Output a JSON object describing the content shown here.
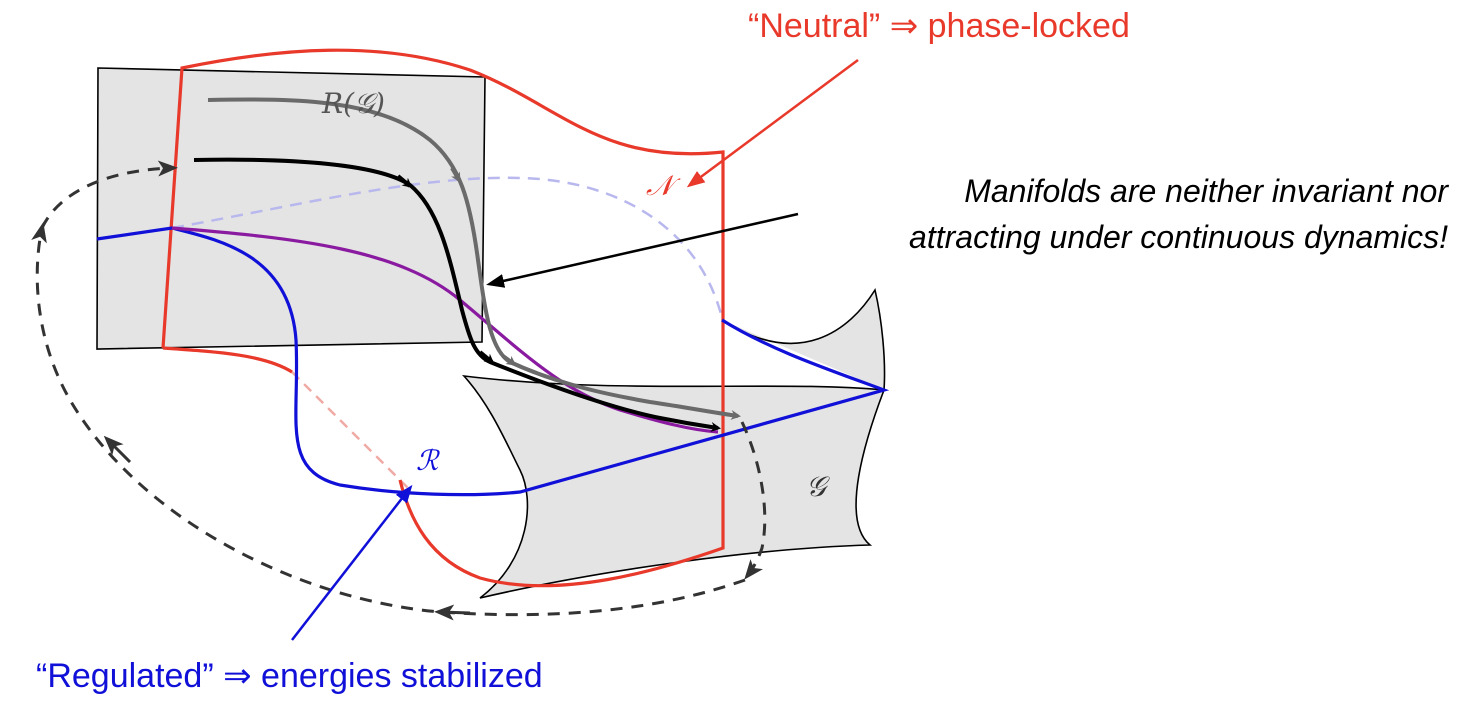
{
  "labels": {
    "neutral_callout": "“Neutral” ⇒ phase-locked",
    "regulated_callout": "“Regulated” ⇒ energies stabilized",
    "remark_line1": "Manifolds are neither invariant nor",
    "remark_line2": "attracting under continuous dynamics!",
    "symbol_R_of_G": "R(𝒢)",
    "symbol_N": "𝒩",
    "symbol_R": "ℛ",
    "symbol_G": "𝒢"
  },
  "colors": {
    "neutral": "#e8392b",
    "regulated": "#1010d8",
    "intersection": "#8a1aa0",
    "surface_fill": "#e4e4e4",
    "trajectory": "#000000",
    "mapped_trajectory": "#6a6a6a"
  }
}
